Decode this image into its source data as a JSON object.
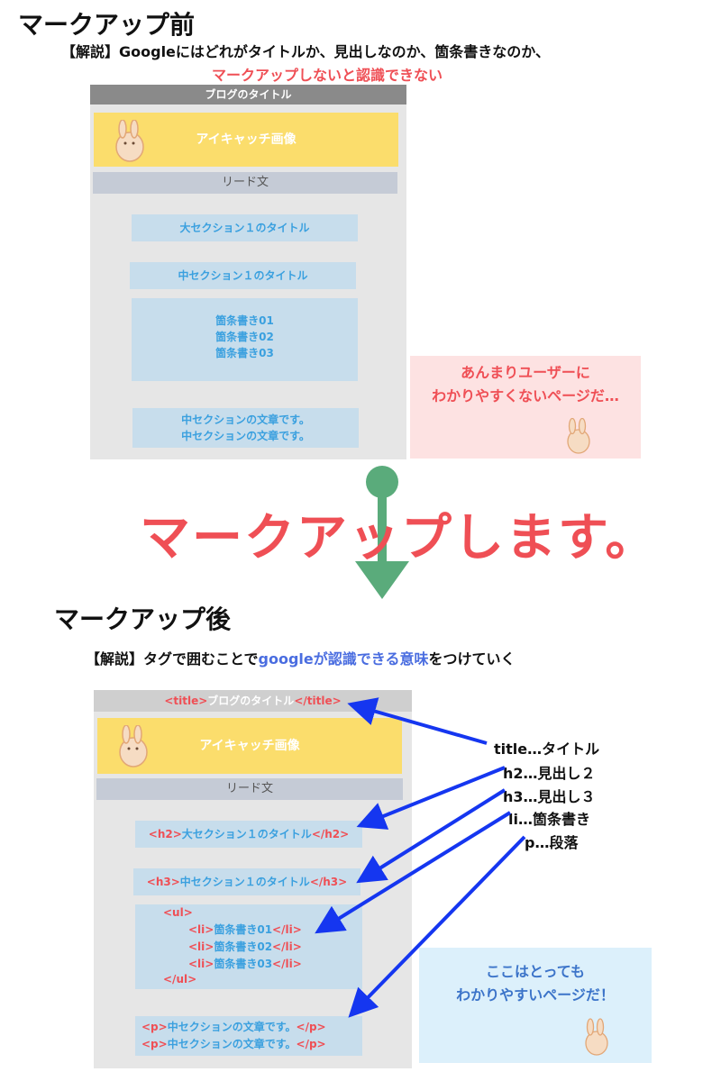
{
  "before": {
    "heading": "マークアップ前",
    "note_line1": "【解説】Googleにはどれがタイトルか、見出しなのか、箇条書きなのか、",
    "note_line2": "マークアップしないと認識できない",
    "title_bar": "ブログのタイトル",
    "eyecatch": "アイキャッチ画像",
    "lead": "リード文",
    "section_h2": "大セクション１のタイトル",
    "section_h3": "中セクション１のタイトル",
    "list": [
      "箇条書き01",
      "箇条書き02",
      "箇条書き03"
    ],
    "paragraphs": [
      "中セクションの文章です。",
      "中セクションの文章です。"
    ],
    "bubble_line1": "あんまりユーザーに",
    "bubble_line2": "わかりやすくないページだ…"
  },
  "transition": {
    "text": "マークアップします。",
    "arrow_color": "#5aab7b"
  },
  "after": {
    "heading": "マークアップ後",
    "note_prefix": "【解説】タグで囲むことで",
    "note_highlight": "googleが認識できる意味",
    "note_suffix": "をつけていく",
    "title_open": "<title>",
    "title_text": "ブログのタイトル",
    "title_close": "</title>",
    "eyecatch": "アイキャッチ画像",
    "lead": "リード文",
    "h2_open": "<h2>",
    "h2_text": "大セクション１のタイトル",
    "h2_close": "</h2>",
    "h3_open": "<h3>",
    "h3_text": "中セクション１のタイトル",
    "h3_close": "</h3>",
    "ul_open": "<ul>",
    "ul_close": "</ul>",
    "li_open": "<li>",
    "li_close": "</li>",
    "list": [
      "箇条書き01",
      "箇条書き02",
      "箇条書き03"
    ],
    "p_open": "<p>",
    "p_close": "</p>",
    "paragraphs": [
      "中セクションの文章です。",
      "中セクションの文章です。"
    ],
    "bubble_line1": "ここはとっても",
    "bubble_line2": "わかりやすいページだ！",
    "legend": [
      "title…タイトル",
      "h2…見出し２",
      "h3…見出し３",
      "li…箇条書き",
      "p…段落"
    ]
  },
  "colors": {
    "accent_red": "#ef4f55",
    "arrow_blue": "#1536f0",
    "text_blue": "#3aa0df"
  }
}
